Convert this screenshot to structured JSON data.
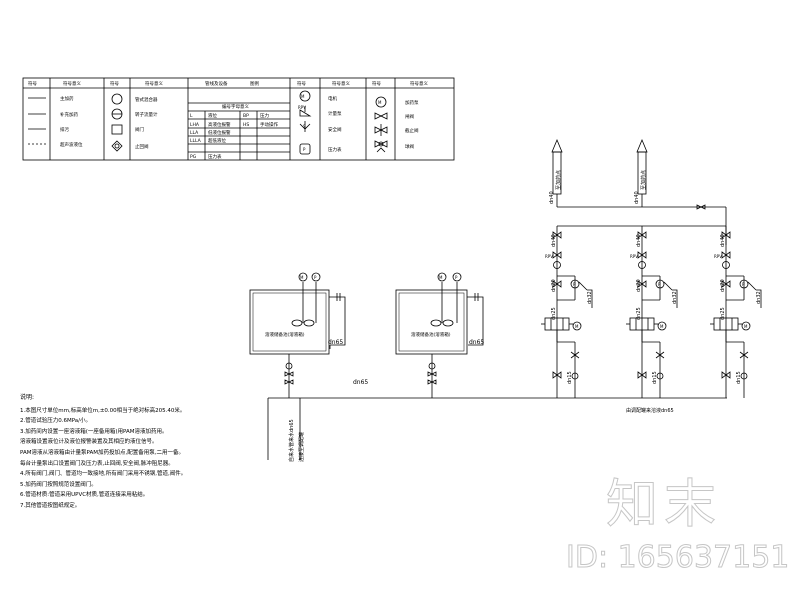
{
  "legend": {
    "headers": [
      "符号",
      "符号意义",
      "符号",
      "符号意义",
      "管线及设备",
      "图例",
      "符号",
      "符号意义",
      "符号",
      "符号意义"
    ],
    "lines": [
      "主加药",
      "补充加药",
      "排污",
      "超声波液位"
    ],
    "symbols": [
      "管式混合器",
      "转子流量计",
      "阀门",
      "止回阀"
    ],
    "code_table": {
      "title": "编号字母意义",
      "rows": [
        [
          "L",
          "液位",
          "BP",
          "压力"
        ],
        [
          "LHA",
          "高液位报警",
          "HS",
          "手动操作"
        ],
        [
          "LLA",
          "低液位报警",
          "",
          ""
        ],
        [
          "LLLA",
          "超低液位",
          "",
          ""
        ],
        [
          "PG",
          "压力表",
          "",
          ""
        ]
      ]
    },
    "equip_col": [
      "电机",
      "计量泵",
      "安全阀",
      "压力表"
    ],
    "valve_col": [
      "加药泵",
      "闸阀",
      "截止阀",
      "球阀"
    ],
    "tags": [
      "M",
      "RPV",
      "S",
      "P",
      "M"
    ]
  },
  "tanks": [
    {
      "label": "溶液储备池(溶液箱)",
      "pipe": "dn65",
      "tags": [
        "M",
        "P"
      ]
    },
    {
      "label": "溶液储备池(溶液箱)",
      "pipe": "dn65",
      "tags": [
        "M",
        "P"
      ]
    }
  ],
  "pipes": {
    "main": "dn65",
    "outlet_1": "至加药点",
    "outlet_2": "至加药点",
    "dn40": "dn40",
    "dn20": "dn20",
    "dn25": "dn25",
    "dn15": "dn15",
    "dn32": "dn32",
    "vertical_label": "自来水管来水dn65",
    "vertical_label_2": "连接至调配罐",
    "right_label": "由调配罐来溶液dn65"
  },
  "pump_tags": [
    "RPV",
    "P",
    "M"
  ],
  "notes": {
    "title": "说明:",
    "items": [
      "1.本图尺寸单位mm,标高单位m,±0.00相当于绝对标高205.40米。",
      "2.管道试验压力0.6MPa/小。",
      "3.加药间内设置一座溶液箱(一座备用箱)用PAM溶液加药用。",
      "   溶液箱设置液位计及液位报警装置及其相应的液位信号。",
      "   PAM溶液从溶液箱由计量泵PAM加药投加点,配置备用泵,二用一备。",
      "   每台计量泵出口设置阀门及压力表,止回阀,安全阀,脉冲阻尼器。",
      "4.所有阀门,阀门、管道均一致接地,所有阀门采用不锈钢,管道,阀件。",
      "5.加药阀门按照规范设置阀门。",
      "6.管道材质:管道采用UPVC材质,管道连接采用粘结。",
      "7.其他管道按图纸规定。"
    ]
  },
  "watermark": {
    "brand": "知末",
    "id": "ID: 165637151"
  }
}
